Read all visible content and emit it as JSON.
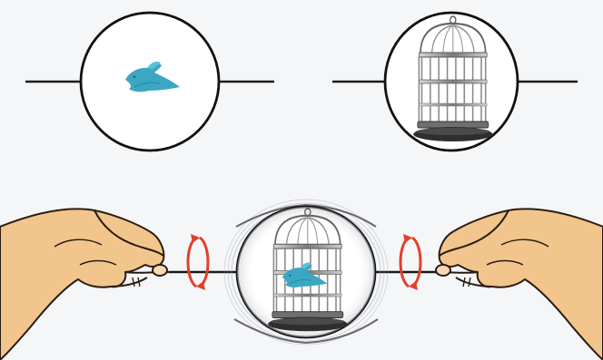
{
  "title": "",
  "colors": {
    "background": "#f5f6f8",
    "disc_outline": "#111111",
    "string": "#1a1a1a",
    "bird": "#3aa7c3",
    "cage": "#8a8a8a",
    "cage_base": "#333333",
    "hand_skin": "#f2c58c",
    "hand_outline": "#2a1c12",
    "rotation_arrow": "#e2402c"
  },
  "panels": [
    {
      "id": "bird-side",
      "content": "bird-icon"
    },
    {
      "id": "cage-side",
      "content": "birdcage-icon"
    },
    {
      "id": "spinning-thaumatrope",
      "content": "bird-in-cage-illusion",
      "shows": [
        "left-hand-icon",
        "right-hand-icon",
        "rotation-arrow-icon"
      ]
    }
  ]
}
